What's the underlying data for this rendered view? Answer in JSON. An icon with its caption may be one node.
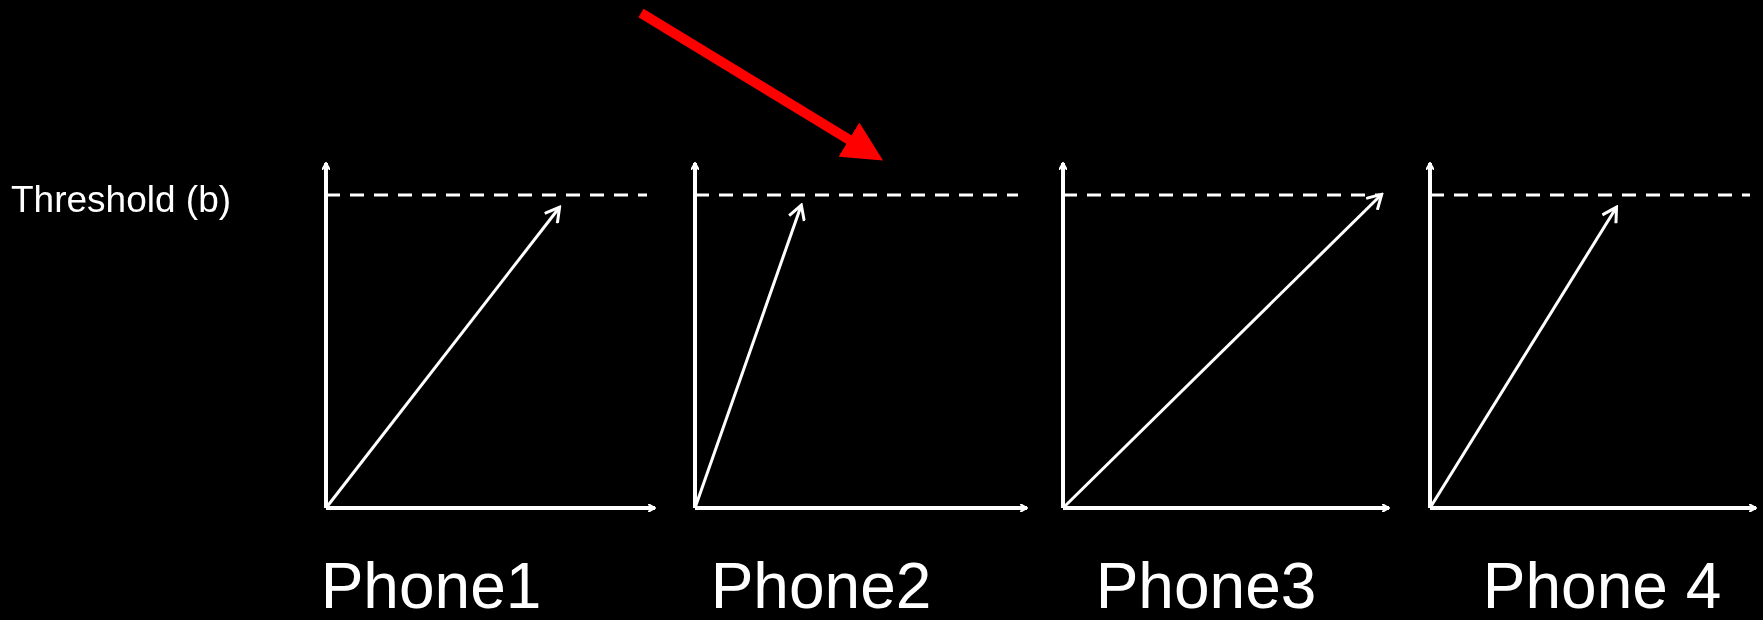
{
  "diagram": {
    "nodes": [
      {
        "text": [
          "Phone1"
        ]
      },
      {
        "text": [
          "Phone2"
        ]
      },
      {
        "text": [
          "Phone3"
        ]
      },
      {
        "text": [
          "Phone 4"
        ]
      }
    ],
    "edges": [
      {
        "from": null,
        "to": 1,
        "arrow": "to",
        "color": "#ff0000"
      }
    ],
    "labels": [
      "Threshold (b)"
    ]
  }
}
